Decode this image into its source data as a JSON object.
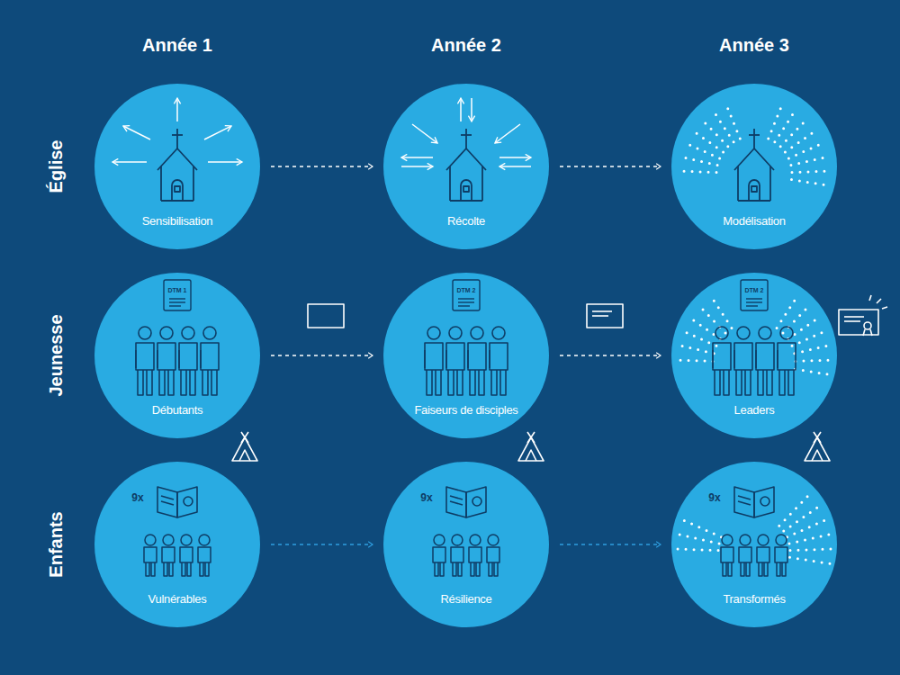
{
  "diagram": {
    "nodes": [
      {
        "text": [
          "Sensibilisation"
        ]
      },
      {
        "text": [
          "Récolte"
        ]
      },
      {
        "text": [
          "Modélisation"
        ]
      },
      {
        "text": [
          "DTM 1",
          "Débutants"
        ]
      },
      {
        "text": [
          "DTM 2",
          "Faiseurs de disciples"
        ]
      },
      {
        "text": [
          "DTM 2",
          "Leaders"
        ]
      },
      {
        "text": [
          "9x",
          "Vulnérables"
        ]
      },
      {
        "text": [
          "9x",
          "Résilience"
        ]
      },
      {
        "text": [
          "9x",
          "Transformés"
        ]
      }
    ],
    "edges": [
      {
        "from": 0,
        "to": 1,
        "arrow": "to"
      },
      {
        "from": 1,
        "to": 2,
        "arrow": "to"
      },
      {
        "from": 3,
        "to": 4,
        "arrow": "to"
      },
      {
        "from": 4,
        "to": 5,
        "arrow": "to"
      },
      {
        "from": 6,
        "to": 7,
        "arrow": "to"
      },
      {
        "from": 7,
        "to": 8,
        "arrow": "to"
      }
    ],
    "labels": [
      "Année 1",
      "Année 2",
      "Année 3",
      "Église",
      "Jeunesse",
      "Enfants"
    ]
  }
}
